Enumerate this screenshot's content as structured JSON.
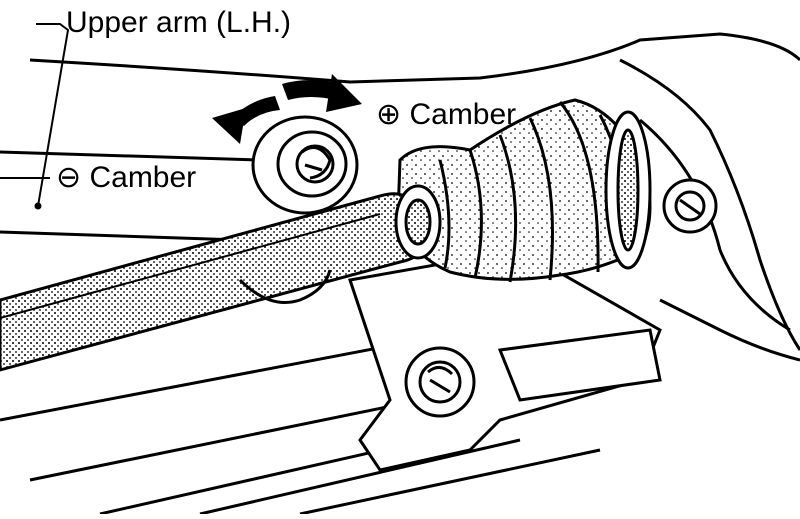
{
  "labels": {
    "upper_arm": "Upper arm (L.H.)",
    "positive_camber": "⊕ Camber",
    "negative_camber": "⊖ Camber"
  },
  "colors": {
    "ink": "#000000",
    "paper": "#ffffff"
  },
  "icons": {
    "negative_adjust": "curved-arrow-left-icon",
    "positive_adjust": "curved-arrow-right-icon"
  }
}
